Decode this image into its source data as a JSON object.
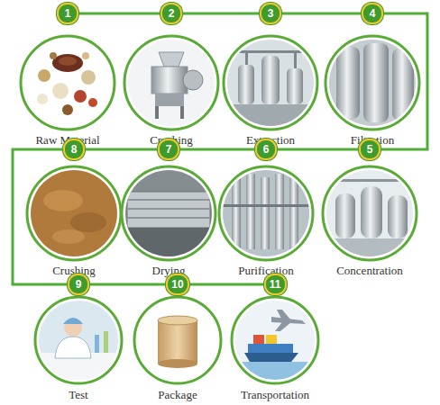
{
  "diagram": {
    "nodes": [
      {
        "text": [
          "1",
          "Raw Material"
        ]
      },
      {
        "text": [
          "2",
          "Crushing"
        ]
      },
      {
        "text": [
          "3",
          "Extraction"
        ]
      },
      {
        "text": [
          "4",
          "Filtration"
        ]
      },
      {
        "text": [
          "5",
          "Concentration"
        ]
      },
      {
        "text": [
          "6",
          "Purification"
        ]
      },
      {
        "text": [
          "7",
          "Drying"
        ]
      },
      {
        "text": [
          "8",
          "Crushing"
        ]
      },
      {
        "text": [
          "9",
          "Test"
        ]
      },
      {
        "text": [
          "10",
          "Package"
        ]
      },
      {
        "text": [
          "11",
          "Transportation"
        ]
      }
    ],
    "edges": [
      {
        "from": 0,
        "to": 1,
        "arrow": "none"
      },
      {
        "from": 1,
        "to": 2,
        "arrow": "none"
      },
      {
        "from": 2,
        "to": 3,
        "arrow": "none"
      },
      {
        "from": 3,
        "to": 4,
        "arrow": "none"
      },
      {
        "from": 4,
        "to": 5,
        "arrow": "none"
      },
      {
        "from": 5,
        "to": 6,
        "arrow": "none"
      },
      {
        "from": 6,
        "to": 7,
        "arrow": "none"
      },
      {
        "from": 7,
        "to": 8,
        "arrow": "none"
      },
      {
        "from": 8,
        "to": 9,
        "arrow": "none"
      },
      {
        "from": 9,
        "to": 10,
        "arrow": "none"
      }
    ]
  }
}
